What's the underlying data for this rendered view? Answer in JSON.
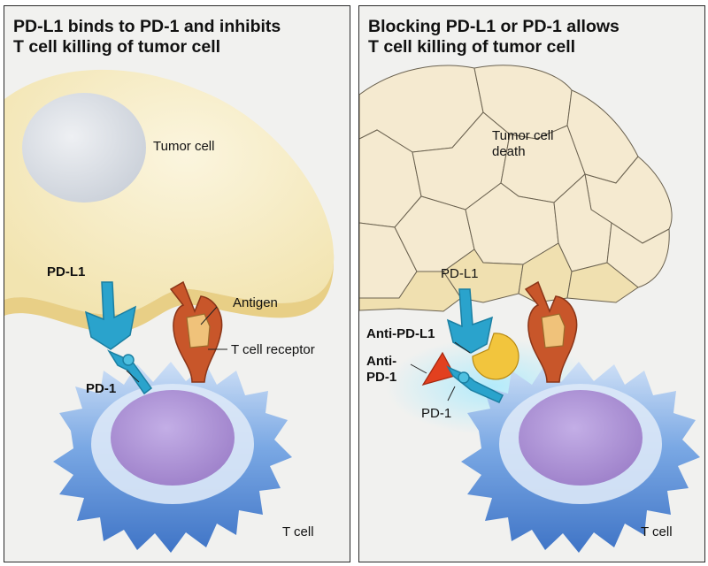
{
  "left_panel": {
    "title_line1": "PD-L1 binds to PD-1 and inhibits",
    "title_line2": "T cell killing of tumor cell",
    "labels": {
      "tumor_cell": "Tumor cell",
      "pd_l1": "PD-L1",
      "antigen": "Antigen",
      "t_cell_receptor": "T cell receptor",
      "pd_1": "PD-1",
      "t_cell": "T cell"
    }
  },
  "right_panel": {
    "title_line1": "Blocking PD-L1 or PD-1 allows",
    "title_line2": "T cell killing of tumor cell",
    "labels": {
      "tumor_cell_death_line1": "Tumor cell",
      "tumor_cell_death_line2": "death",
      "pd_l1": "PD-L1",
      "anti_pd_l1": "Anti-PD-L1",
      "anti_pd_1_line1": "Anti-",
      "anti_pd_1_line2": "PD-1",
      "pd_1": "PD-1",
      "t_cell": "T cell"
    }
  },
  "colors": {
    "tumor_cell": "#f6ecc6",
    "tumor_membrane": "#e8cf86",
    "nucleus_tumor": "#dadfe6",
    "t_cell_body": "#5a8fd8",
    "t_cell_nucleus": "#a88bd0",
    "pd_l1_receptor": "#2aa3cc",
    "pd_1_receptor": "#2aa3cc",
    "t_cell_receptor": "#c8562a",
    "antigen": "#f0c27a",
    "anti_pd_l1_antibody": "#f2c53d",
    "anti_pd_1_antibody": "#e2401f"
  }
}
